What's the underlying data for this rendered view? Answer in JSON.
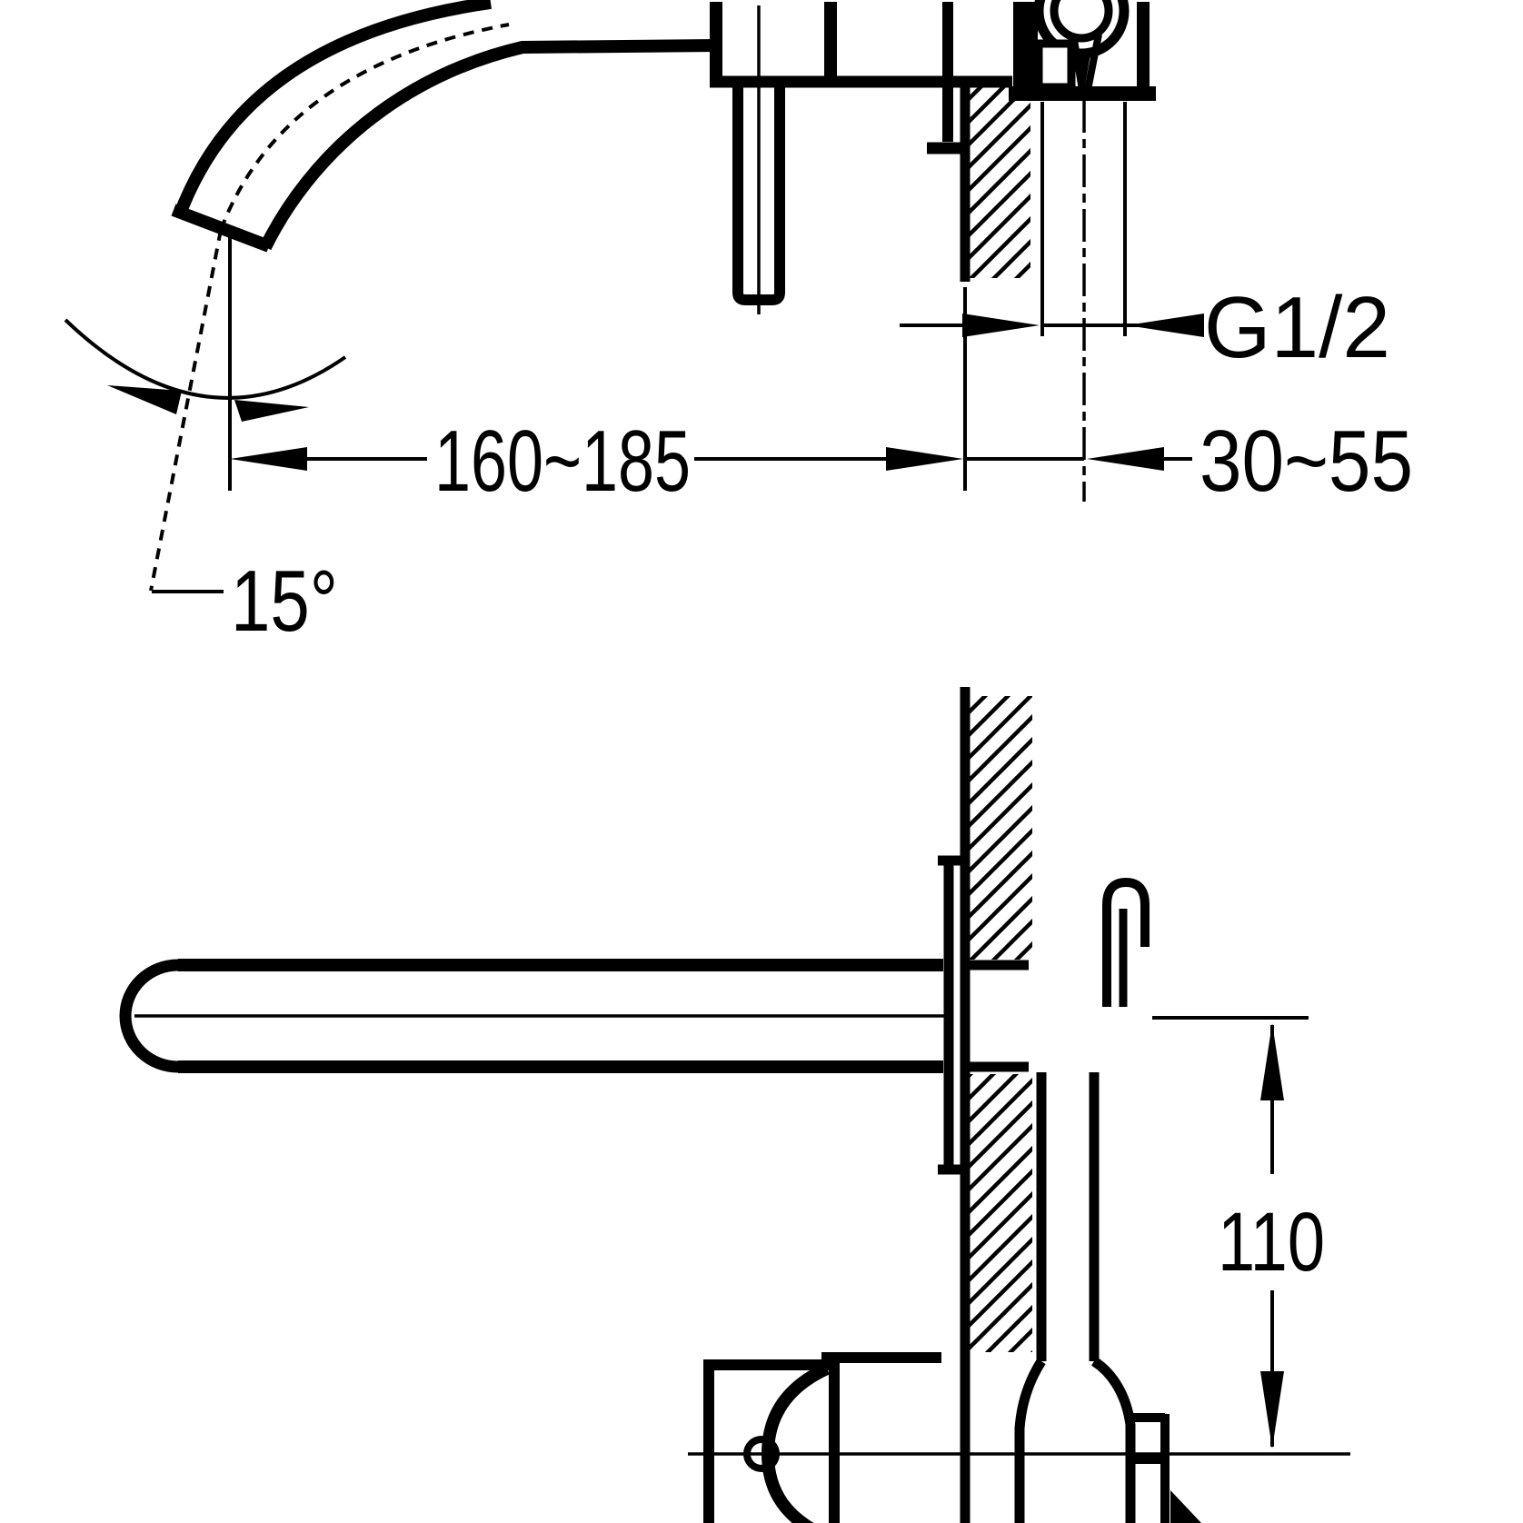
{
  "drawing": {
    "type": "technical-installation-diagram",
    "subject": "wall-mounted single-lever basin mixer – side elevation (top) and plan view (bottom) with installation dimensions",
    "colors": {
      "ink": "#000000",
      "paper": "#ffffff"
    },
    "labels": {
      "spout_reach_range": "160~185",
      "inlet_offset_range": "30~55",
      "thread_size": "G1/2",
      "spout_angle": "15°",
      "spout_to_handle_distance": "110"
    }
  }
}
